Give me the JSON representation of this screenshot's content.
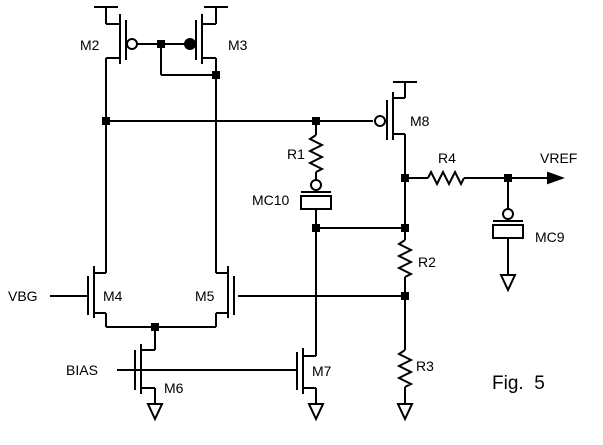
{
  "figure_label": "Fig.  5",
  "pins": {
    "vbg": "VBG",
    "bias": "BIAS",
    "vref": "VREF"
  },
  "transistors": {
    "m2": "M2",
    "m3": "M3",
    "m4": "M4",
    "m5": "M5",
    "m6": "M6",
    "m7": "M7",
    "m8": "M8"
  },
  "resistors": {
    "r1": "R1",
    "r2": "R2",
    "r3": "R3",
    "r4": "R4"
  },
  "capacitors": {
    "mc9": "MC9",
    "mc10": "MC10"
  },
  "colors": {
    "wire": "#000000",
    "background": "#ffffff"
  }
}
